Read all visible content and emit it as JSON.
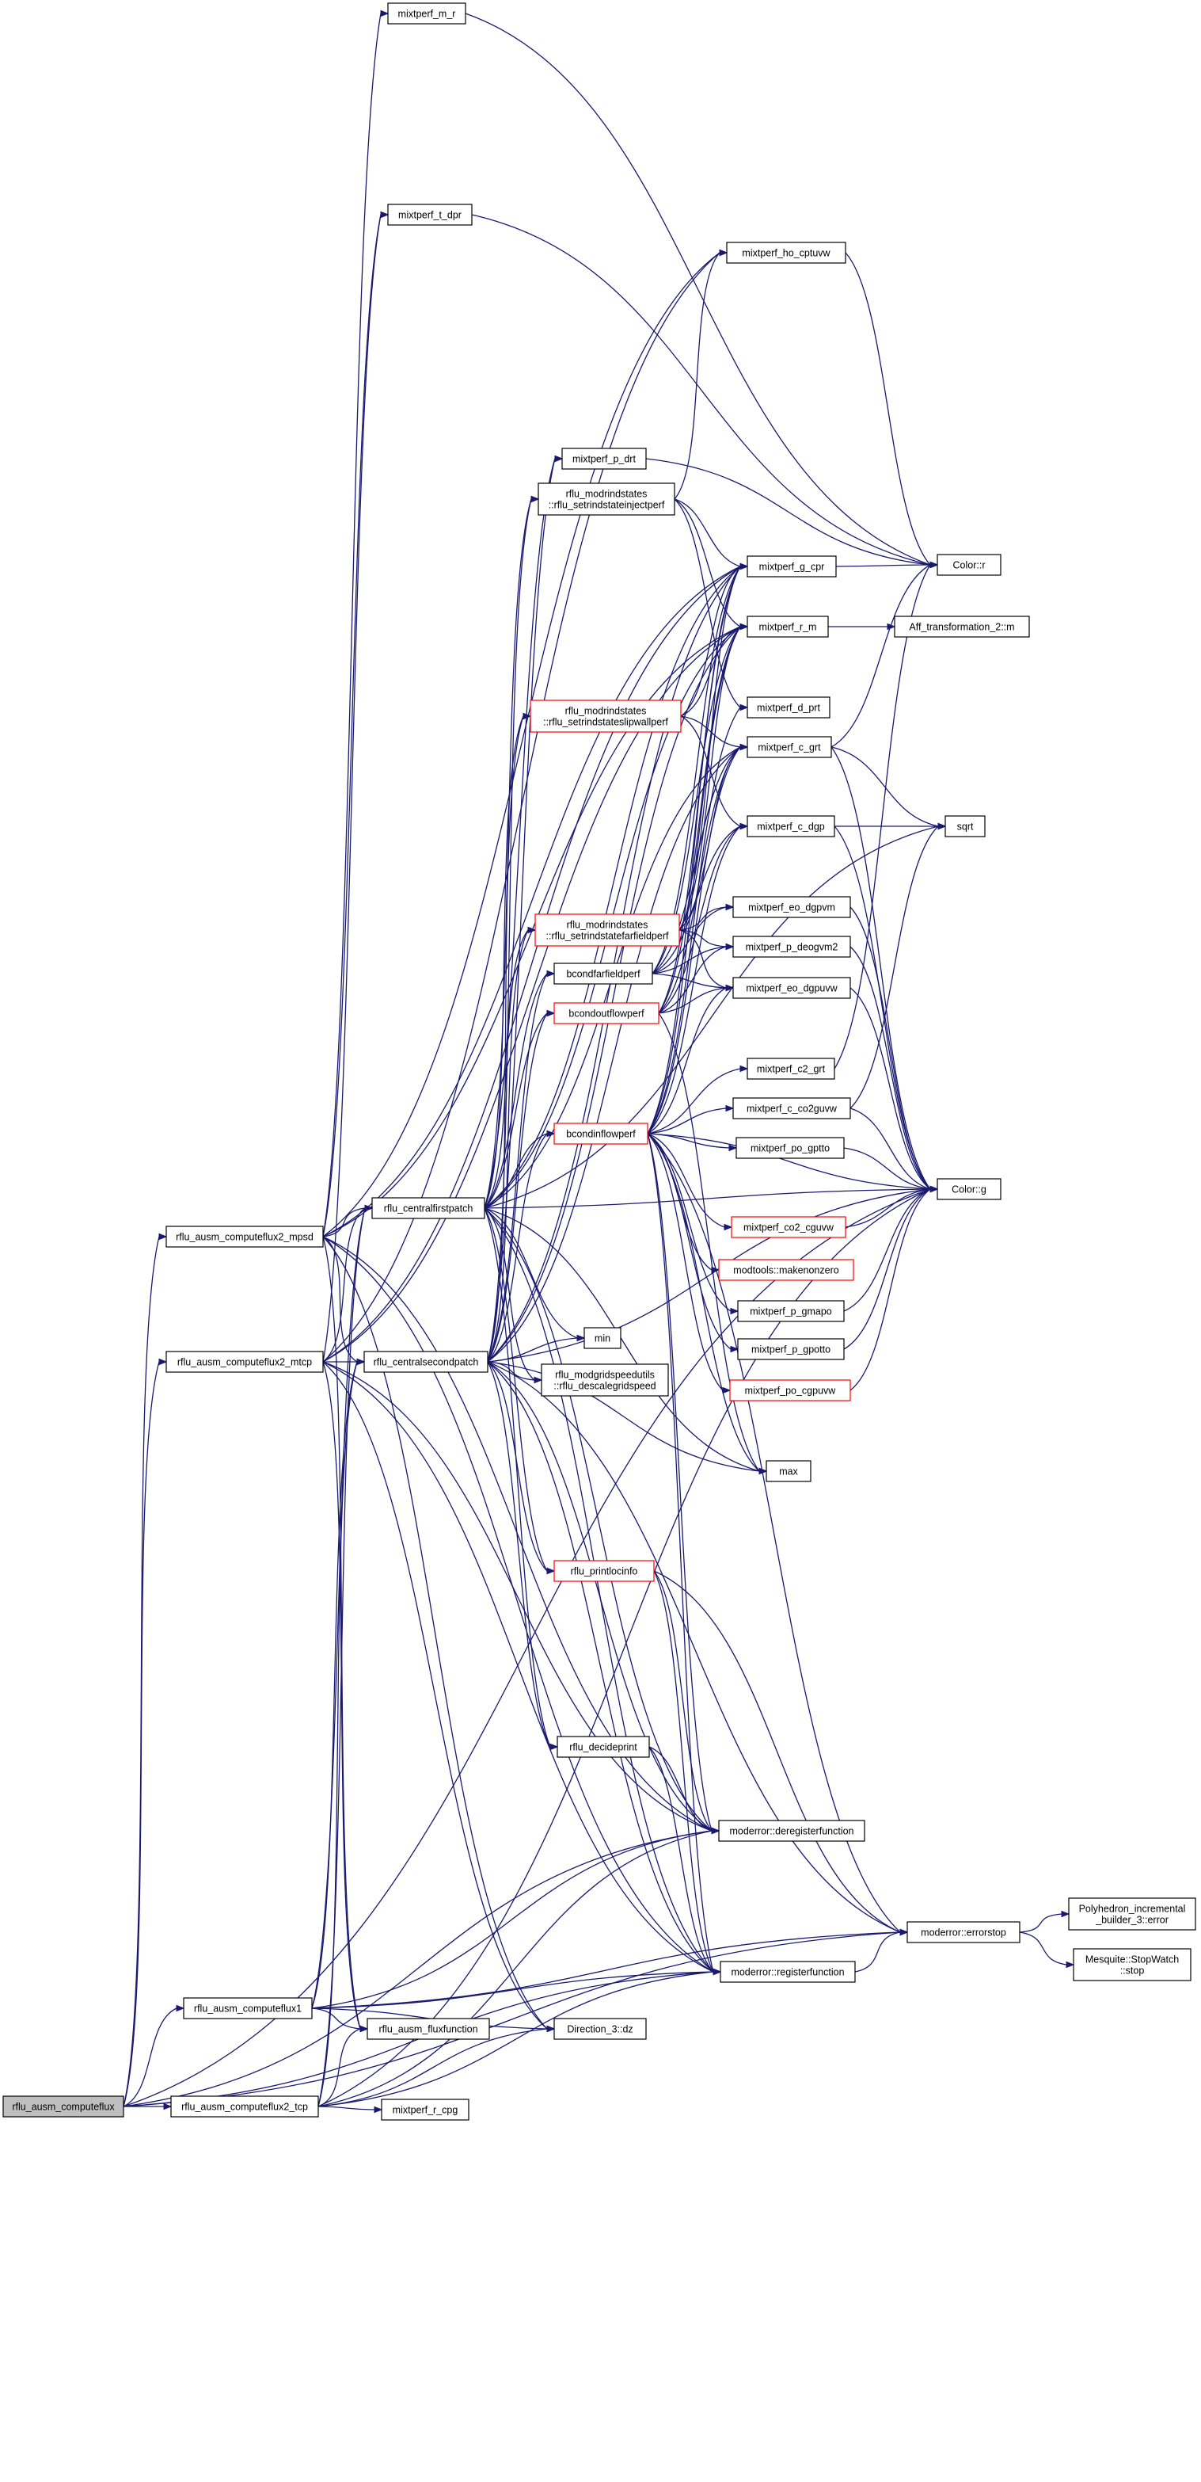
{
  "nodes": [
    {
      "id": "root",
      "lines": [
        "rflu_ausm_computeflux"
      ],
      "style": "root"
    },
    {
      "id": "mpsd",
      "lines": [
        "rflu_ausm_computeflux2_mpsd"
      ]
    },
    {
      "id": "mtcp",
      "lines": [
        "rflu_ausm_computeflux2_mtcp"
      ]
    },
    {
      "id": "cf1",
      "lines": [
        "rflu_ausm_computeflux1"
      ]
    },
    {
      "id": "tcp",
      "lines": [
        "rflu_ausm_computeflux2_tcp"
      ]
    },
    {
      "id": "cfp",
      "lines": [
        "rflu_centralfirstpatch"
      ]
    },
    {
      "id": "csp",
      "lines": [
        "rflu_centralsecondpatch"
      ]
    },
    {
      "id": "fluxfn",
      "lines": [
        "rflu_ausm_fluxfunction"
      ]
    },
    {
      "id": "rcpg",
      "lines": [
        "mixtperf_r_cpg"
      ]
    },
    {
      "id": "mr",
      "lines": [
        "mixtperf_m_r"
      ]
    },
    {
      "id": "tdpr",
      "lines": [
        "mixtperf_t_dpr"
      ]
    },
    {
      "id": "hocptuvw",
      "lines": [
        "mixtperf_ho_cptuvw"
      ]
    },
    {
      "id": "pdrt",
      "lines": [
        "mixtperf_p_drt"
      ]
    },
    {
      "id": "inject",
      "lines": [
        "rflu_modrindstates",
        "::rflu_setrindstateinjectperf"
      ]
    },
    {
      "id": "gcpr",
      "lines": [
        "mixtperf_g_cpr"
      ]
    },
    {
      "id": "rm",
      "lines": [
        "mixtperf_r_m"
      ]
    },
    {
      "id": "slipwall",
      "lines": [
        "rflu_modrindstates",
        "::rflu_setrindstateslipwallperf"
      ],
      "style": "red"
    },
    {
      "id": "dprt",
      "lines": [
        "mixtperf_d_prt"
      ]
    },
    {
      "id": "cgrt",
      "lines": [
        "mixtperf_c_grt"
      ]
    },
    {
      "id": "cdgp",
      "lines": [
        "mixtperf_c_dgp"
      ]
    },
    {
      "id": "farfield",
      "lines": [
        "rflu_modrindstates",
        "::rflu_setrindstatefarfieldperf"
      ],
      "style": "red"
    },
    {
      "id": "eodgpvm",
      "lines": [
        "mixtperf_eo_dgpvm"
      ]
    },
    {
      "id": "bcfar",
      "lines": [
        "bcondfarfieldperf"
      ]
    },
    {
      "id": "pdeogvm2",
      "lines": [
        "mixtperf_p_deogvm2"
      ]
    },
    {
      "id": "bcout",
      "lines": [
        "bcondoutflowperf"
      ],
      "style": "red"
    },
    {
      "id": "eodgpuvw",
      "lines": [
        "mixtperf_eo_dgpuvw"
      ]
    },
    {
      "id": "c2grt",
      "lines": [
        "mixtperf_c2_grt"
      ]
    },
    {
      "id": "bcin",
      "lines": [
        "bcondinflowperf"
      ],
      "style": "red"
    },
    {
      "id": "cco2guvw",
      "lines": [
        "mixtperf_c_co2guvw"
      ]
    },
    {
      "id": "pogptto",
      "lines": [
        "mixtperf_po_gptto"
      ]
    },
    {
      "id": "co2cguvw",
      "lines": [
        "mixtperf_co2_cguvw"
      ],
      "style": "red"
    },
    {
      "id": "makenonzero",
      "lines": [
        "modtools::makenonzero"
      ],
      "style": "red"
    },
    {
      "id": "pgmapo",
      "lines": [
        "mixtperf_p_gmapo"
      ]
    },
    {
      "id": "pgpotto",
      "lines": [
        "mixtperf_p_gpotto"
      ]
    },
    {
      "id": "pocgpuvw",
      "lines": [
        "mixtperf_po_cgpuvw"
      ],
      "style": "red"
    },
    {
      "id": "min",
      "lines": [
        "min"
      ]
    },
    {
      "id": "descale",
      "lines": [
        "rflu_modgridspeedutils",
        "::rflu_descalegridspeed"
      ]
    },
    {
      "id": "max",
      "lines": [
        "max"
      ]
    },
    {
      "id": "printloc",
      "lines": [
        "rflu_printlocinfo"
      ],
      "style": "red"
    },
    {
      "id": "decide",
      "lines": [
        "rflu_decideprint"
      ]
    },
    {
      "id": "dereg",
      "lines": [
        "moderror::deregisterfunction"
      ]
    },
    {
      "id": "reg",
      "lines": [
        "moderror::registerfunction"
      ]
    },
    {
      "id": "errstop",
      "lines": [
        "moderror::errorstop"
      ]
    },
    {
      "id": "dz",
      "lines": [
        "Direction_3::dz"
      ]
    },
    {
      "id": "colr",
      "lines": [
        "Color::r"
      ]
    },
    {
      "id": "aff",
      "lines": [
        "Aff_transformation_2::m"
      ]
    },
    {
      "id": "sqrt",
      "lines": [
        "sqrt"
      ]
    },
    {
      "id": "colg",
      "lines": [
        "Color::g"
      ]
    },
    {
      "id": "polyerr",
      "lines": [
        "Polyhedron_incremental",
        "_builder_3::error"
      ]
    },
    {
      "id": "stopw",
      "lines": [
        "Mesquite::StopWatch",
        "::stop"
      ]
    }
  ],
  "edges": [
    [
      "root",
      "mpsd"
    ],
    [
      "root",
      "mtcp"
    ],
    [
      "root",
      "cf1"
    ],
    [
      "root",
      "tcp"
    ],
    [
      "root",
      "colg"
    ],
    [
      "root",
      "reg"
    ],
    [
      "root",
      "errstop"
    ],
    [
      "root",
      "dereg"
    ],
    [
      "mpsd",
      "mr"
    ],
    [
      "mpsd",
      "tdpr"
    ],
    [
      "mpsd",
      "hocptuvw"
    ],
    [
      "mpsd",
      "gcpr"
    ],
    [
      "mpsd",
      "rm"
    ],
    [
      "mpsd",
      "cfp"
    ],
    [
      "mpsd",
      "csp"
    ],
    [
      "mpsd",
      "fluxfn"
    ],
    [
      "mpsd",
      "dereg"
    ],
    [
      "mpsd",
      "reg"
    ],
    [
      "mpsd",
      "dz"
    ],
    [
      "mtcp",
      "tdpr"
    ],
    [
      "mtcp",
      "hocptuvw"
    ],
    [
      "mtcp",
      "gcpr"
    ],
    [
      "mtcp",
      "rm"
    ],
    [
      "mtcp",
      "cfp"
    ],
    [
      "mtcp",
      "csp"
    ],
    [
      "mtcp",
      "fluxfn"
    ],
    [
      "mtcp",
      "dereg"
    ],
    [
      "mtcp",
      "reg"
    ],
    [
      "mtcp",
      "dz"
    ],
    [
      "cf1",
      "cfp"
    ],
    [
      "cf1",
      "csp"
    ],
    [
      "cf1",
      "fluxfn"
    ],
    [
      "cf1",
      "dereg"
    ],
    [
      "cf1",
      "reg"
    ],
    [
      "cf1",
      "errstop"
    ],
    [
      "cf1",
      "dz"
    ],
    [
      "tcp",
      "cfp"
    ],
    [
      "tcp",
      "csp"
    ],
    [
      "tcp",
      "fluxfn"
    ],
    [
      "tcp",
      "rcpg"
    ],
    [
      "tcp",
      "dereg"
    ],
    [
      "tcp",
      "reg"
    ],
    [
      "tcp",
      "dz"
    ],
    [
      "tcp",
      "colg"
    ],
    [
      "cfp",
      "pdrt"
    ],
    [
      "cfp",
      "inject"
    ],
    [
      "cfp",
      "slipwall"
    ],
    [
      "cfp",
      "farfield"
    ],
    [
      "cfp",
      "bcfar"
    ],
    [
      "cfp",
      "bcout"
    ],
    [
      "cfp",
      "bcin"
    ],
    [
      "cfp",
      "min"
    ],
    [
      "cfp",
      "descale"
    ],
    [
      "cfp",
      "max"
    ],
    [
      "cfp",
      "printloc"
    ],
    [
      "cfp",
      "decide"
    ],
    [
      "cfp",
      "dereg"
    ],
    [
      "cfp",
      "reg"
    ],
    [
      "cfp",
      "sqrt"
    ],
    [
      "cfp",
      "colg"
    ],
    [
      "cfp",
      "cgrt"
    ],
    [
      "cfp",
      "gcpr"
    ],
    [
      "cfp",
      "rm"
    ],
    [
      "csp",
      "pdrt"
    ],
    [
      "csp",
      "inject"
    ],
    [
      "csp",
      "slipwall"
    ],
    [
      "csp",
      "farfield"
    ],
    [
      "csp",
      "bcfar"
    ],
    [
      "csp",
      "bcout"
    ],
    [
      "csp",
      "bcin"
    ],
    [
      "csp",
      "min"
    ],
    [
      "csp",
      "descale"
    ],
    [
      "csp",
      "max"
    ],
    [
      "csp",
      "printloc"
    ],
    [
      "csp",
      "decide"
    ],
    [
      "csp",
      "dereg"
    ],
    [
      "csp",
      "reg"
    ],
    [
      "csp",
      "errstop"
    ],
    [
      "csp",
      "colg"
    ],
    [
      "csp",
      "gcpr"
    ],
    [
      "csp",
      "rm"
    ],
    [
      "csp",
      "cgrt"
    ],
    [
      "mr",
      "colr"
    ],
    [
      "tdpr",
      "colr"
    ],
    [
      "hocptuvw",
      "colr"
    ],
    [
      "pdrt",
      "colr"
    ],
    [
      "gcpr",
      "colr"
    ],
    [
      "rm",
      "aff"
    ],
    [
      "inject",
      "hocptuvw"
    ],
    [
      "inject",
      "gcpr"
    ],
    [
      "inject",
      "rm"
    ],
    [
      "inject",
      "dprt"
    ],
    [
      "slipwall",
      "gcpr"
    ],
    [
      "slipwall",
      "rm"
    ],
    [
      "slipwall",
      "cgrt"
    ],
    [
      "slipwall",
      "cdgp"
    ],
    [
      "farfield",
      "gcpr"
    ],
    [
      "farfield",
      "rm"
    ],
    [
      "farfield",
      "cgrt"
    ],
    [
      "farfield",
      "eodgpvm"
    ],
    [
      "farfield",
      "pdeogvm2"
    ],
    [
      "farfield",
      "eodgpuvw"
    ],
    [
      "bcfar",
      "cgrt"
    ],
    [
      "bcfar",
      "cdgp"
    ],
    [
      "bcfar",
      "eodgpvm"
    ],
    [
      "bcfar",
      "pdeogvm2"
    ],
    [
      "bcfar",
      "eodgpuvw"
    ],
    [
      "bcfar",
      "gcpr"
    ],
    [
      "bcfar",
      "rm"
    ],
    [
      "bcout",
      "cgrt"
    ],
    [
      "bcout",
      "cdgp"
    ],
    [
      "bcout",
      "eodgpuvw"
    ],
    [
      "bcout",
      "pdeogvm2"
    ],
    [
      "bcout",
      "gcpr"
    ],
    [
      "bcout",
      "rm"
    ],
    [
      "bcout",
      "max"
    ],
    [
      "bcin",
      "c2grt"
    ],
    [
      "bcin",
      "cco2guvw"
    ],
    [
      "bcin",
      "pogptto"
    ],
    [
      "bcin",
      "co2cguvw"
    ],
    [
      "bcin",
      "makenonzero"
    ],
    [
      "bcin",
      "pgmapo"
    ],
    [
      "bcin",
      "pgpotto"
    ],
    [
      "bcin",
      "pocgpuvw"
    ],
    [
      "bcin",
      "colg"
    ],
    [
      "bcin",
      "eodgpuvw"
    ],
    [
      "bcin",
      "cdgp"
    ],
    [
      "bcin",
      "cgrt"
    ],
    [
      "bcin",
      "dprt"
    ],
    [
      "bcin",
      "rm"
    ],
    [
      "bcin",
      "gcpr"
    ],
    [
      "bcin",
      "max"
    ],
    [
      "bcin",
      "dereg"
    ],
    [
      "bcin",
      "reg"
    ],
    [
      "bcin",
      "errstop"
    ],
    [
      "cgrt",
      "sqrt"
    ],
    [
      "cgrt",
      "colg"
    ],
    [
      "cgrt",
      "colr"
    ],
    [
      "cdgp",
      "sqrt"
    ],
    [
      "cdgp",
      "colg"
    ],
    [
      "eodgpvm",
      "colg"
    ],
    [
      "pdeogvm2",
      "colg"
    ],
    [
      "eodgpuvw",
      "colg"
    ],
    [
      "c2grt",
      "colr"
    ],
    [
      "cco2guvw",
      "sqrt"
    ],
    [
      "cco2guvw",
      "colg"
    ],
    [
      "pogptto",
      "colg"
    ],
    [
      "co2cguvw",
      "colg"
    ],
    [
      "pgmapo",
      "colg"
    ],
    [
      "pgpotto",
      "colg"
    ],
    [
      "pocgpuvw",
      "colg"
    ],
    [
      "printloc",
      "dereg"
    ],
    [
      "printloc",
      "reg"
    ],
    [
      "printloc",
      "errstop"
    ],
    [
      "decide",
      "dereg"
    ],
    [
      "decide",
      "reg"
    ],
    [
      "reg",
      "errstop"
    ],
    [
      "errstop",
      "polyerr"
    ],
    [
      "errstop",
      "stopw"
    ]
  ]
}
